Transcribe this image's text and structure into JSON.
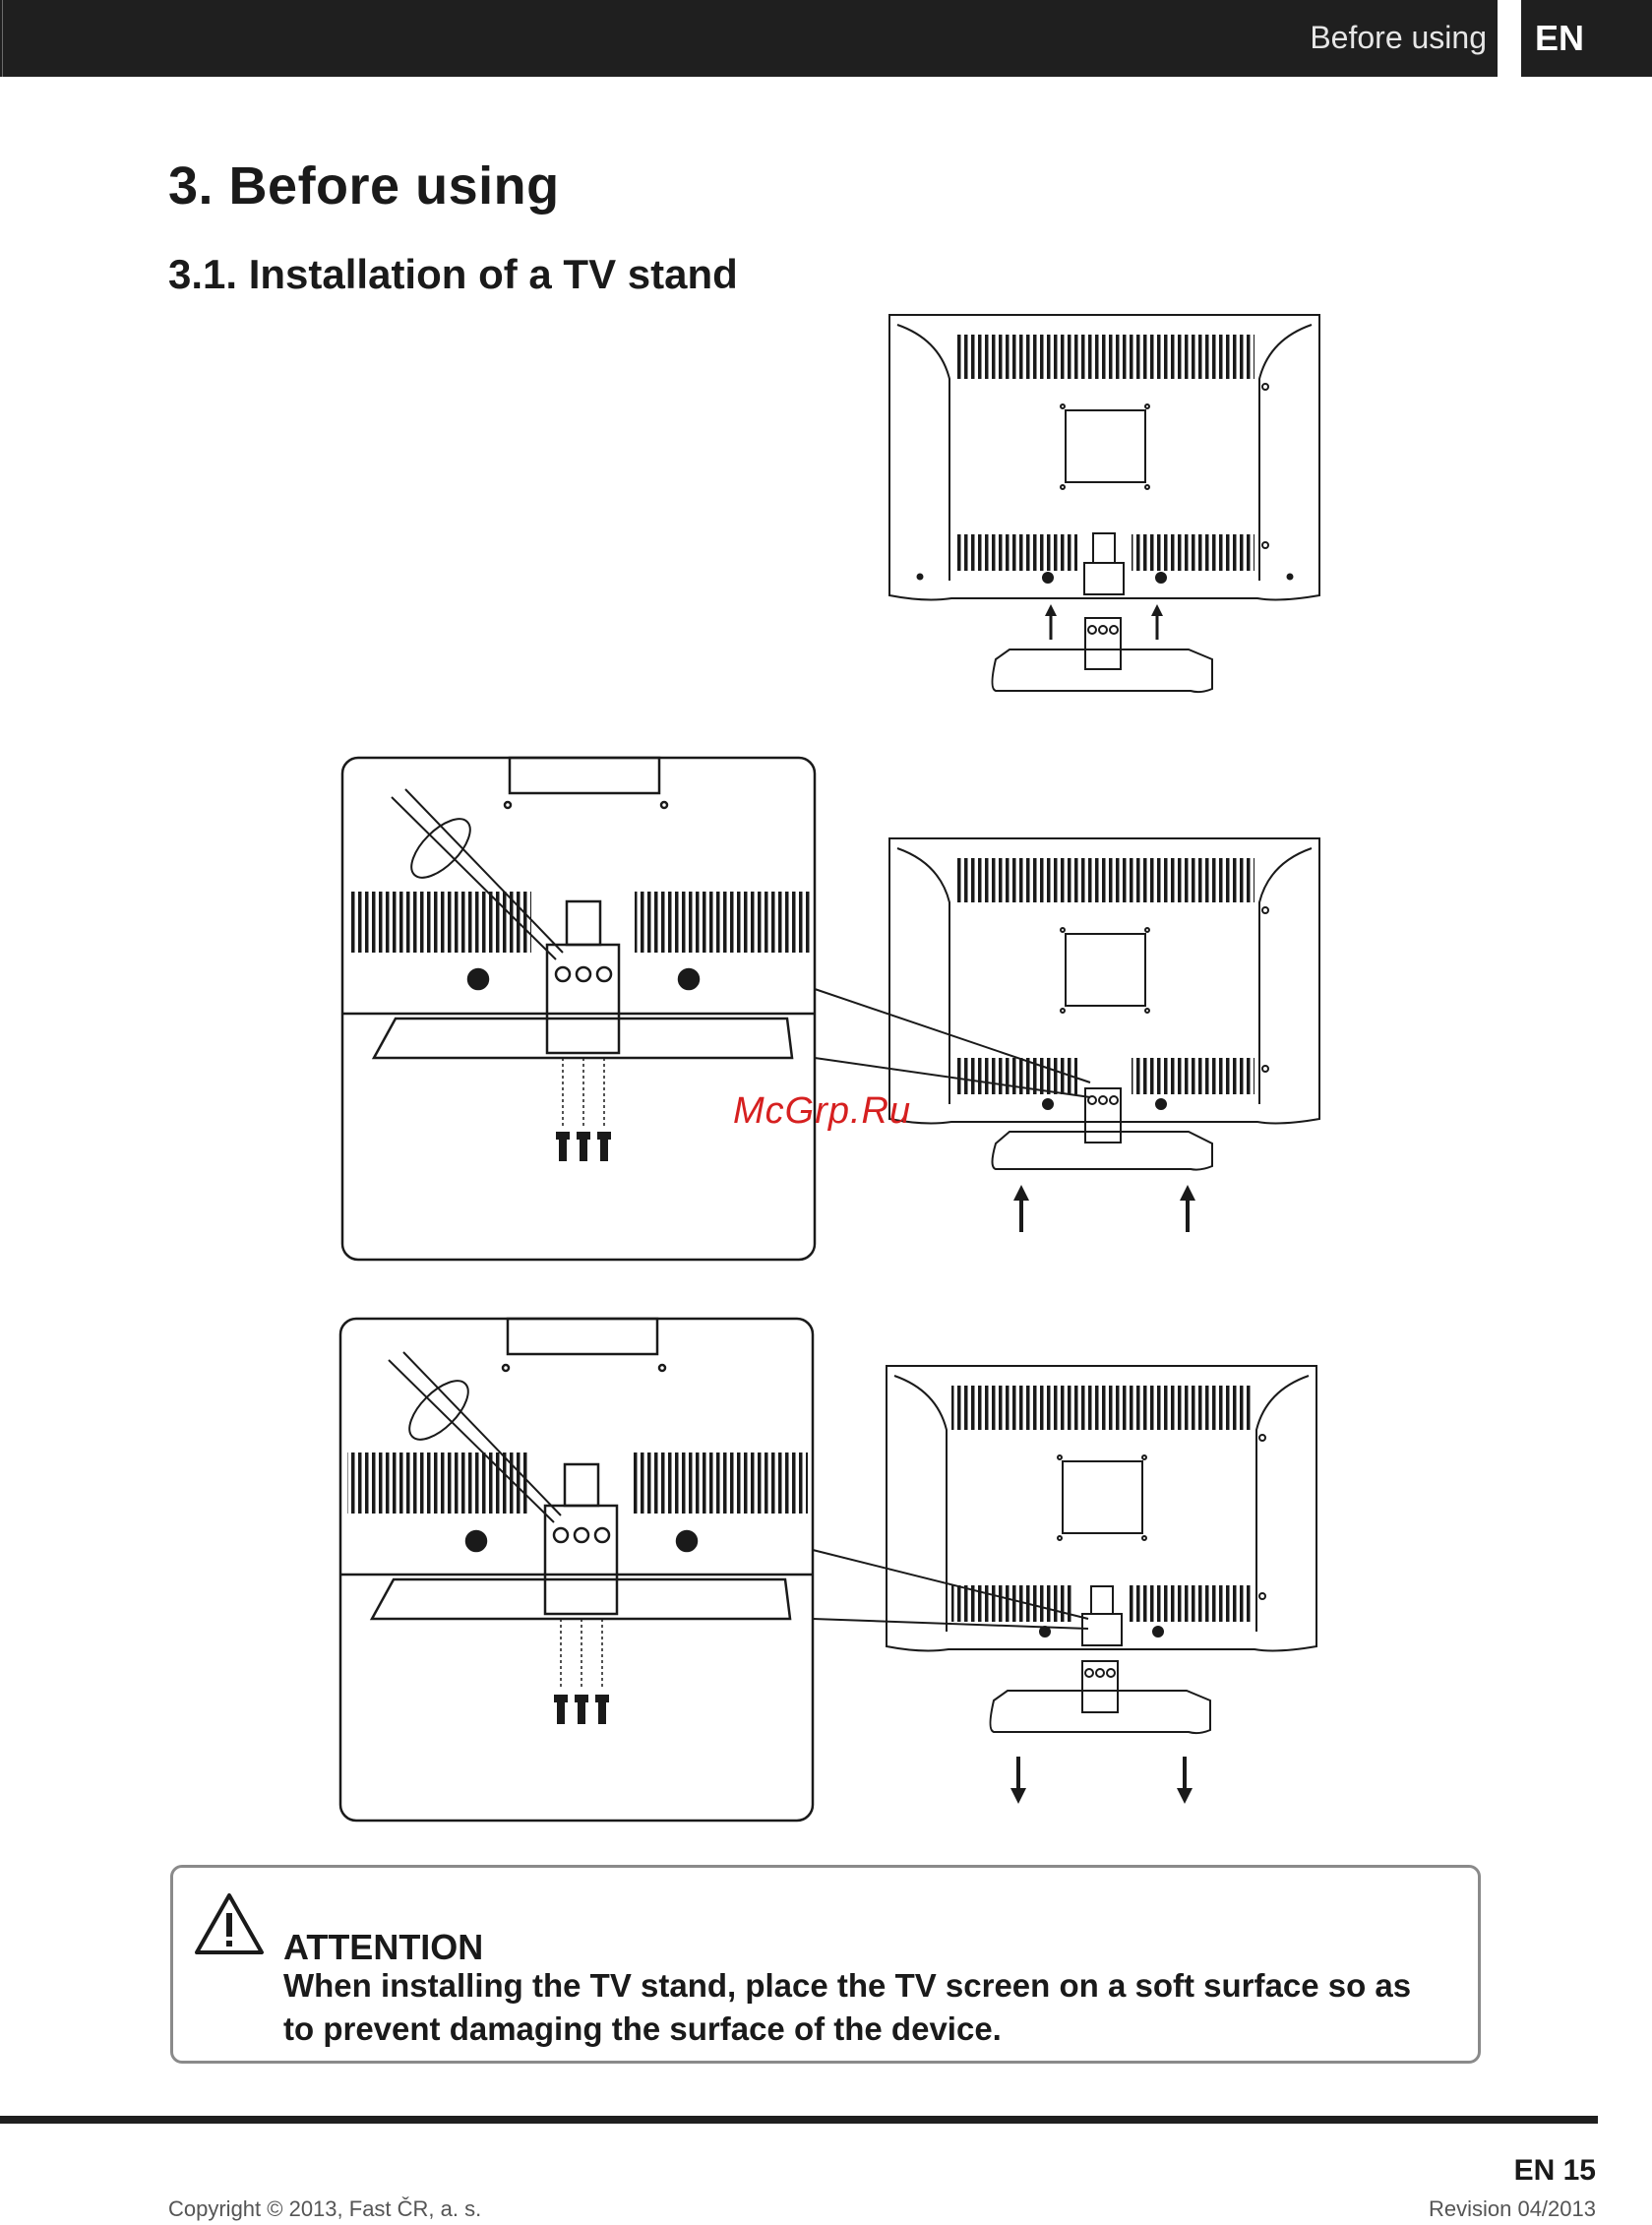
{
  "header": {
    "section": "Before using",
    "language": "EN"
  },
  "page_title": "3.  Before using",
  "section_title": "3.1. Installation of a TV stand",
  "watermark": "McGrp.Ru",
  "attention": {
    "title": "ATTENTION",
    "text": "When installing the TV stand, place the TV screen on a soft surface so as to prevent damaging the surface of the device."
  },
  "footer": {
    "page": "EN 15",
    "copyright": "Copyright © 2013, Fast ČR, a. s.",
    "revision": "Revision 04/2013"
  }
}
